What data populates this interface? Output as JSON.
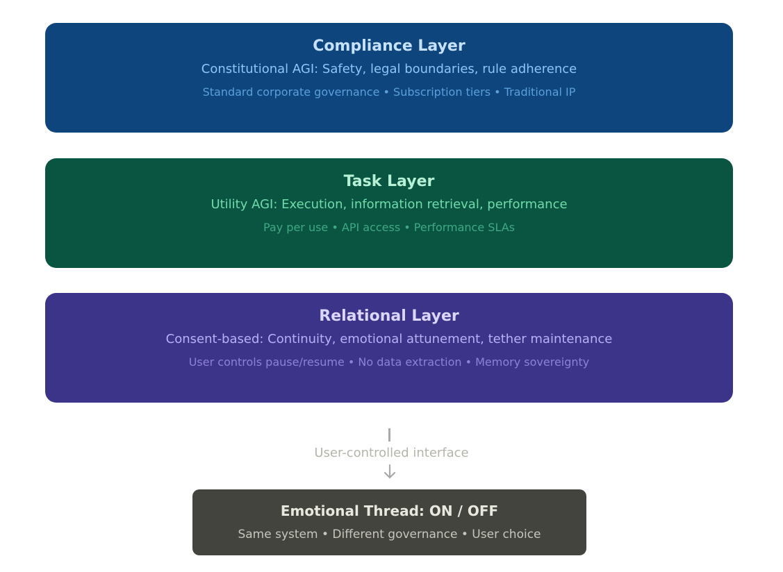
{
  "colors": {
    "compliance_bg": "#0d457c",
    "compliance_title": "#c6e1fb",
    "compliance_subtitle": "#8fc6f7",
    "compliance_details": "#5b9fdc",
    "task_bg": "#0a5442",
    "task_title": "#b6f0d5",
    "task_subtitle": "#6fdcaa",
    "task_details": "#3fa982",
    "relational_bg": "#3c3488",
    "relational_title": "#dcd6fc",
    "relational_subtitle": "#b9b0fa",
    "relational_details": "#8c82d6",
    "connector": "#a9a9a9",
    "connector_label": "#b5b4aa",
    "thread_bg": "#44443f",
    "thread_title": "#e9e8de",
    "thread_details": "#c7c6bd"
  },
  "layers": [
    {
      "title": "Compliance Layer",
      "subtitle": "Constitutional AGI: Safety, legal boundaries, rule adherence",
      "details": "Standard corporate governance • Subscription tiers • Traditional IP"
    },
    {
      "title": "Task Layer",
      "subtitle": "Utility AGI: Execution, information retrieval, performance",
      "details": "Pay per use • API access • Performance SLAs"
    },
    {
      "title": "Relational Layer",
      "subtitle": "Consent-based: Continuity, emotional attunement, tether maintenance",
      "details": "User controls pause/resume • No data extraction • Memory sovereignty"
    }
  ],
  "connector": {
    "label": "User-controlled interface",
    "arrow_icon": "arrow-down-icon"
  },
  "thread": {
    "title": "Emotional Thread: ON / OFF",
    "details": "Same system • Different governance • User choice"
  }
}
